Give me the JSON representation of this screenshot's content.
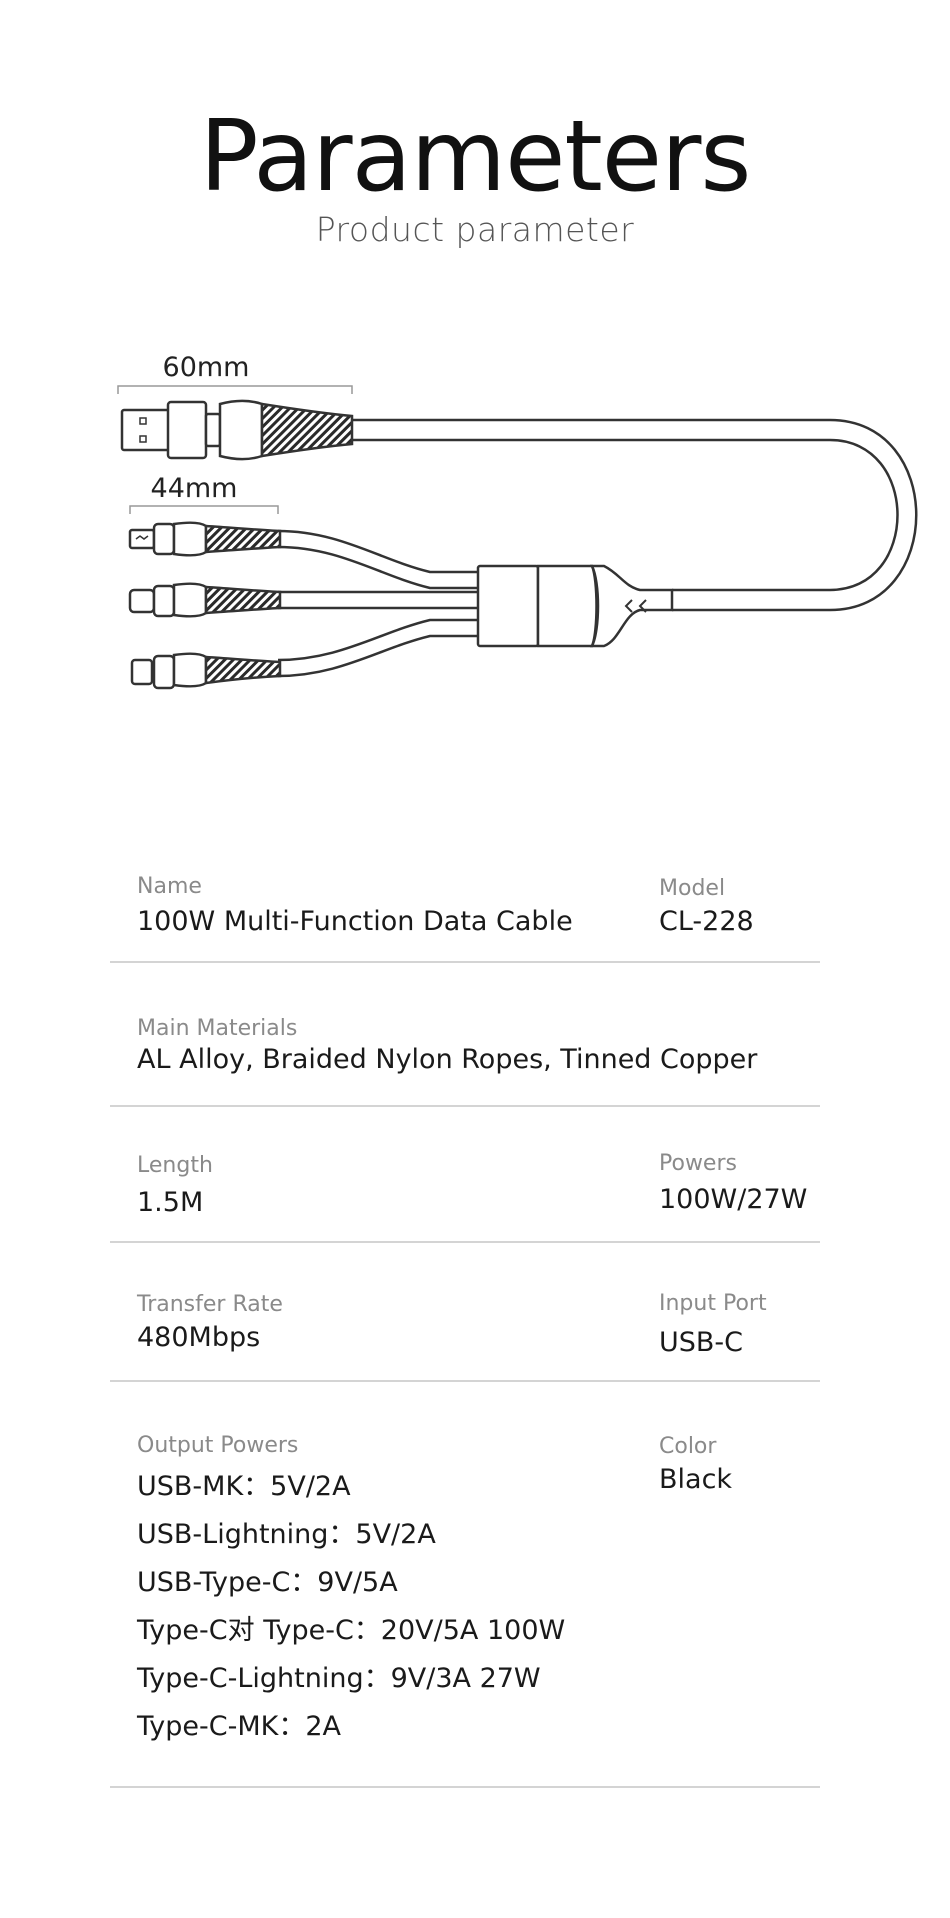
{
  "header": {
    "title": "Parameters",
    "subtitle": "Product parameter"
  },
  "diagram": {
    "dim_top": "60mm",
    "dim_bottom": "44mm"
  },
  "specs": {
    "name_label": "Name",
    "name_value": "100W Multi-Function Data Cable",
    "model_label": "Model",
    "model_value": "CL-228",
    "materials_label": "Main Materials",
    "materials_value": "AL Alloy, Braided Nylon Ropes, Tinned Copper",
    "length_label": "Length",
    "length_value": "1.5M",
    "powers_label": "Powers",
    "powers_value": "100W/27W",
    "transfer_label": "Transfer Rate",
    "transfer_value": "480Mbps",
    "input_label": "Input Port",
    "input_value": "USB-C",
    "output_label": "Output Powers",
    "output_lines": [
      "USB-MK：5V/2A",
      "USB-Lightning：5V/2A",
      "USB-Type-C：9V/5A",
      "Type-C对 Type-C：20V/5A 100W",
      "Type-C-Lightning：9V/3A   27W",
      "Type-C-MK：2A"
    ],
    "color_label": "Color",
    "color_value": "Black"
  }
}
